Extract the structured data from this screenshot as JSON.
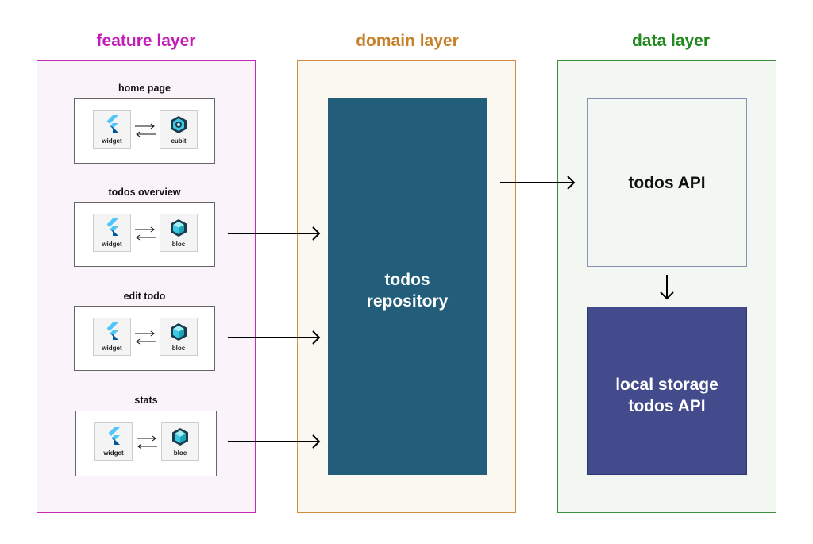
{
  "layers": {
    "feature": {
      "title": "feature layer",
      "color": "#c21cb8",
      "border": "#c42ab5",
      "fill": "#fbf3fa"
    },
    "domain": {
      "title": "domain layer",
      "color": "#c7812a",
      "border": "#d38c3d",
      "fill": "#fbf8f1"
    },
    "data": {
      "title": "data layer",
      "color": "#208a1e",
      "border": "#3b8f3b",
      "fill": "#f3f7f1"
    }
  },
  "features": [
    {
      "label": "home page",
      "widget_label": "widget",
      "state_label": "cubit",
      "widget_icon": "flutter-icon",
      "state_icon": "cubit-icon"
    },
    {
      "label": "todos overview",
      "widget_label": "widget",
      "state_label": "bloc",
      "widget_icon": "flutter-icon",
      "state_icon": "bloc-icon"
    },
    {
      "label": "edit todo",
      "widget_label": "widget",
      "state_label": "bloc",
      "widget_icon": "flutter-icon",
      "state_icon": "bloc-icon"
    },
    {
      "label": "stats",
      "widget_label": "widget",
      "state_label": "bloc",
      "widget_icon": "flutter-icon",
      "state_icon": "bloc-icon"
    }
  ],
  "domain": {
    "repository_line1": "todos",
    "repository_line2": "repository",
    "fill": "#225e7a"
  },
  "data": {
    "api_label": "todos API",
    "storage_line1": "local storage",
    "storage_line2": "todos API",
    "storage_fill": "#434b8c"
  }
}
